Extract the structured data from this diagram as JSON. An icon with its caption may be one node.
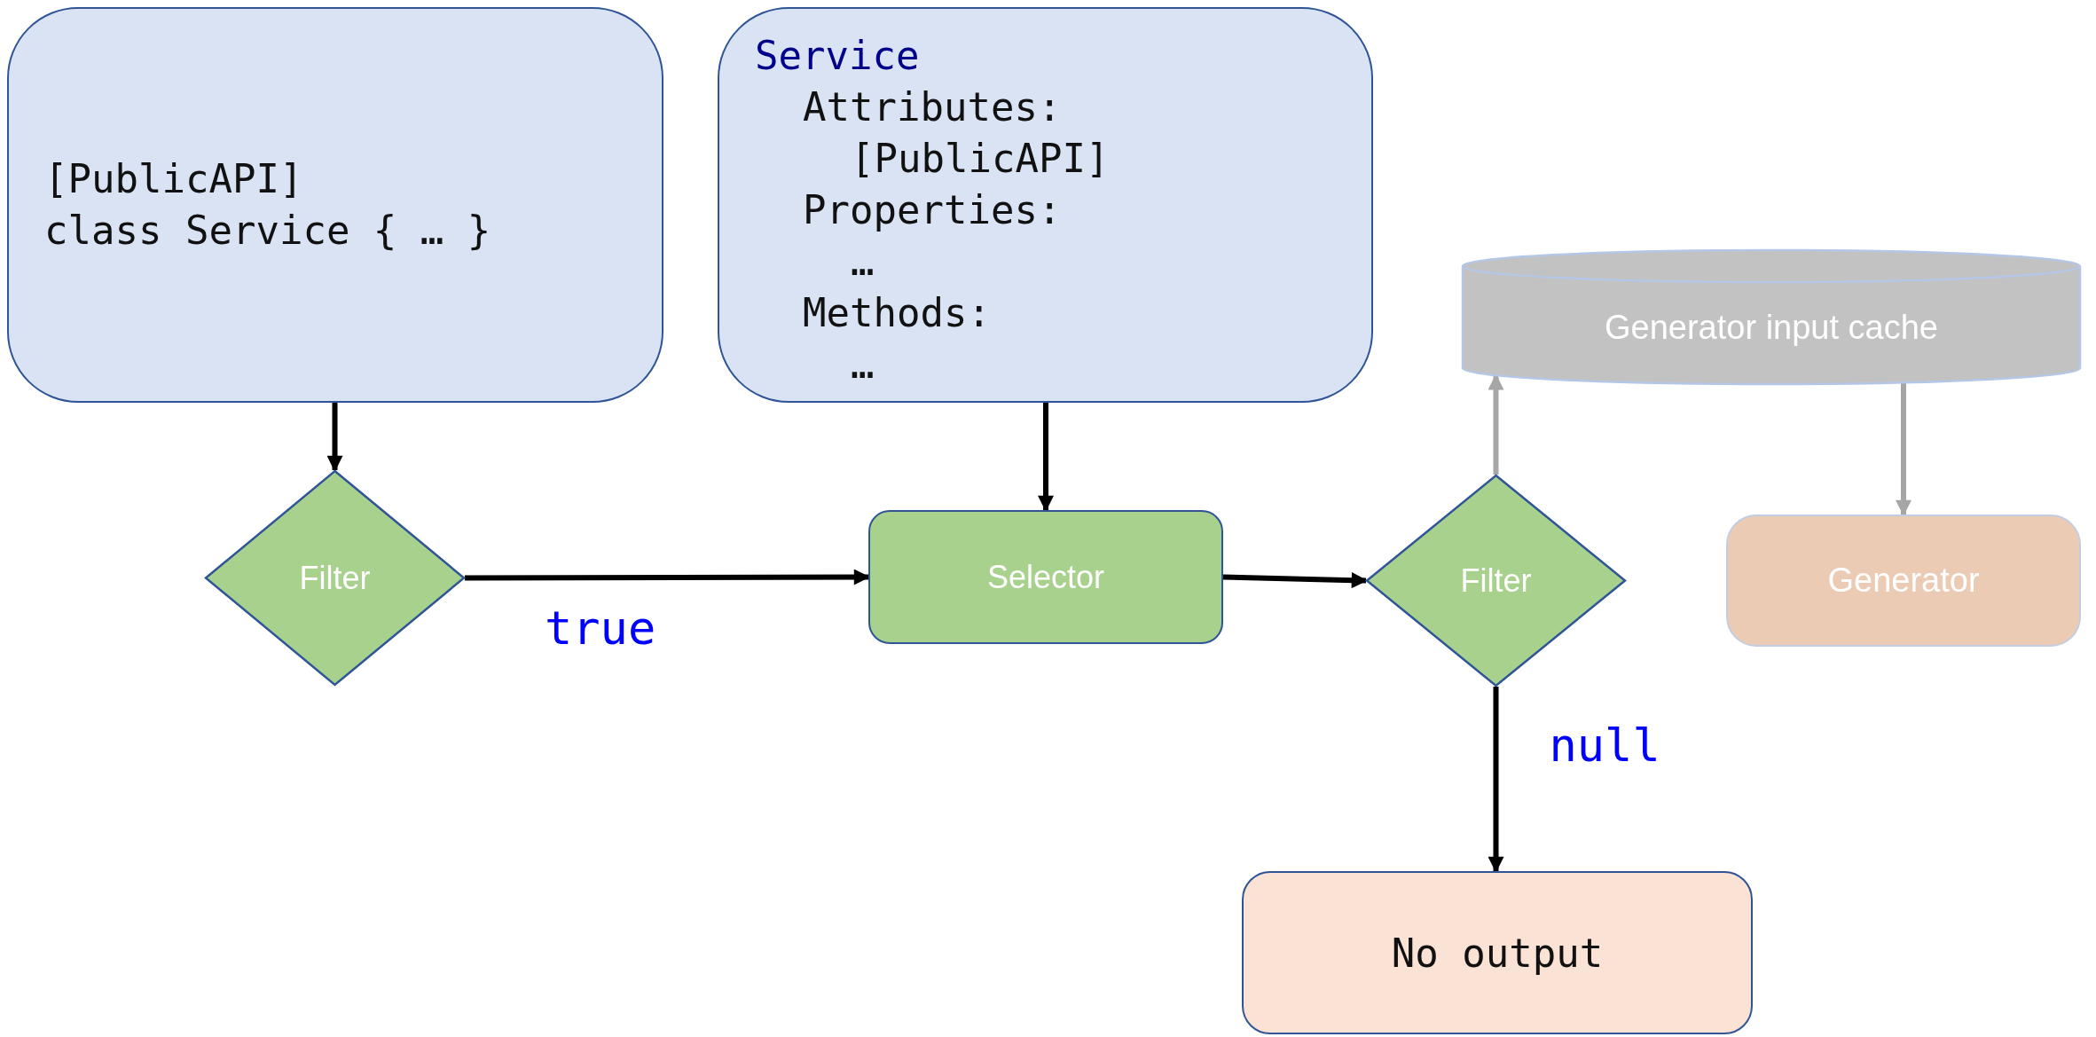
{
  "diagram": {
    "nodes": [
      {
        "text": [
          "[PublicAPI]",
          "class Service { … }"
        ]
      },
      {
        "text": [
          "Service",
          "Attributes:",
          "[PublicAPI]",
          "Properties:",
          "…",
          "Methods:",
          "…"
        ]
      },
      {
        "text": [
          "Generator input cache"
        ]
      },
      {
        "text": [
          "Filter"
        ]
      },
      {
        "text": [
          "Selector"
        ]
      },
      {
        "text": [
          "Filter"
        ]
      },
      {
        "text": [
          "Generator"
        ]
      },
      {
        "text": [
          "No output"
        ]
      }
    ],
    "edges": [
      {
        "from": 0,
        "to": 3,
        "arrow": "to"
      },
      {
        "from": 3,
        "to": 4,
        "arrow": "to",
        "label": "true"
      },
      {
        "from": 1,
        "to": 4,
        "arrow": "to"
      },
      {
        "from": 4,
        "to": 5,
        "arrow": "to"
      },
      {
        "from": 5,
        "to": 2,
        "arrow": "to",
        "color": "#a6a6a6"
      },
      {
        "from": 2,
        "to": 6,
        "arrow": "to",
        "color": "#a6a6a6"
      },
      {
        "from": 5,
        "to": 7,
        "arrow": "to",
        "label": "null"
      }
    ]
  }
}
